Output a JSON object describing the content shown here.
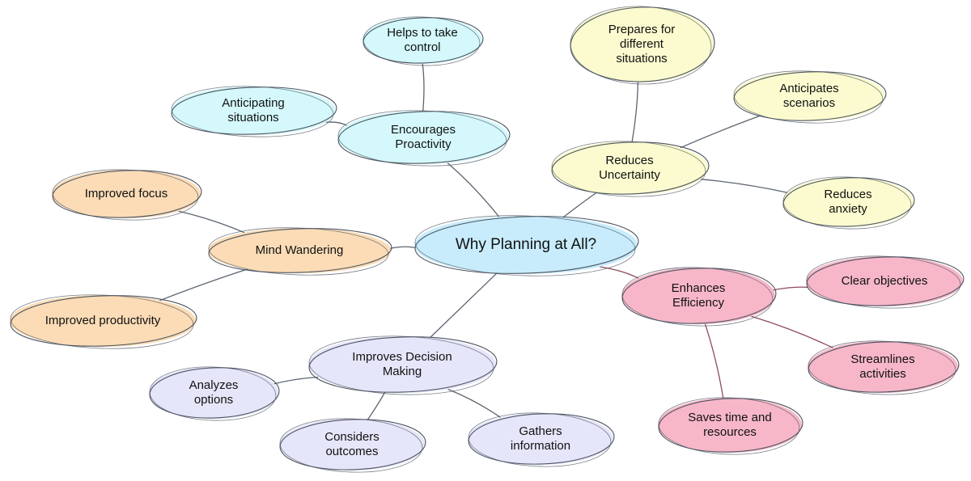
{
  "colors": {
    "central": "#c8ecfb",
    "proactivity": "#d4f8fb",
    "uncertainty": "#fbfbcf",
    "wandering": "#fbdcb6",
    "efficiency": "#f7b7c9",
    "decision": "#e6e6fa",
    "edge_default": "#5c6470",
    "edge_efficiency": "#8e4a5e"
  },
  "central": {
    "label": "Why Planning at All?"
  },
  "branches": [
    {
      "id": "proactivity",
      "label_lines": [
        "Encourages",
        "Proactivity"
      ],
      "children": [
        {
          "id": "helps-control",
          "label_lines": [
            "Helps to take",
            "control"
          ]
        },
        {
          "id": "anticipating-situations",
          "label_lines": [
            "Anticipating",
            "situations"
          ]
        }
      ]
    },
    {
      "id": "uncertainty",
      "label_lines": [
        "Reduces",
        "Uncertainty"
      ],
      "children": [
        {
          "id": "prepares-situations",
          "label_lines": [
            "Prepares for",
            "different",
            "situations"
          ]
        },
        {
          "id": "anticipates-scenarios",
          "label_lines": [
            "Anticipates",
            "scenarios"
          ]
        },
        {
          "id": "reduces-anxiety",
          "label_lines": [
            "Reduces",
            "anxiety"
          ]
        }
      ]
    },
    {
      "id": "wandering",
      "label_lines": [
        "Mind Wandering"
      ],
      "children": [
        {
          "id": "improved-focus",
          "label_lines": [
            "Improved focus"
          ]
        },
        {
          "id": "improved-productivity",
          "label_lines": [
            "Improved productivity"
          ]
        }
      ]
    },
    {
      "id": "efficiency",
      "label_lines": [
        "Enhances",
        "Efficiency"
      ],
      "children": [
        {
          "id": "clear-objectives",
          "label_lines": [
            "Clear objectives"
          ]
        },
        {
          "id": "streamlines-activities",
          "label_lines": [
            "Streamlines",
            "activities"
          ]
        },
        {
          "id": "saves-time",
          "label_lines": [
            "Saves time and",
            "resources"
          ]
        }
      ]
    },
    {
      "id": "decision",
      "label_lines": [
        "Improves Decision",
        "Making"
      ],
      "children": [
        {
          "id": "analyzes-options",
          "label_lines": [
            "Analyzes",
            "options"
          ]
        },
        {
          "id": "considers-outcomes",
          "label_lines": [
            "Considers",
            "outcomes"
          ]
        },
        {
          "id": "gathers-information",
          "label_lines": [
            "Gathers",
            "information"
          ]
        }
      ]
    }
  ]
}
